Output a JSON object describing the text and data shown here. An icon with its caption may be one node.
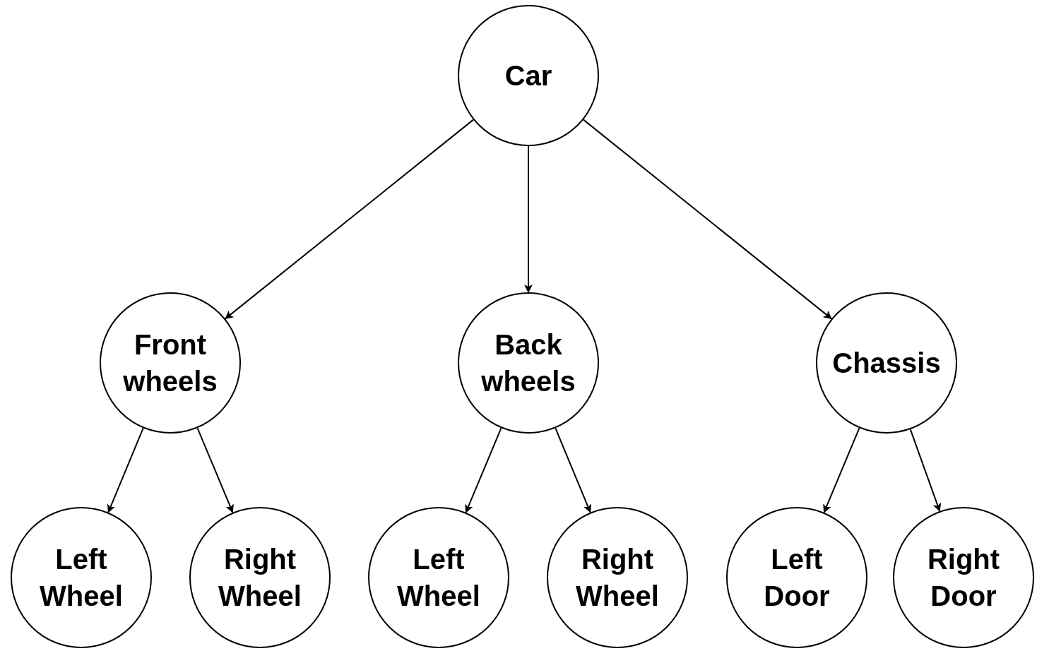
{
  "diagram": {
    "nodes": [
      {
        "text": [
          "Car"
        ]
      },
      {
        "text": [
          "Front wheels"
        ]
      },
      {
        "text": [
          "Back wheels"
        ]
      },
      {
        "text": [
          "Chassis"
        ]
      },
      {
        "text": [
          "Left Wheel"
        ]
      },
      {
        "text": [
          "Right Wheel"
        ]
      },
      {
        "text": [
          "Left Wheel"
        ]
      },
      {
        "text": [
          "Right Wheel"
        ]
      },
      {
        "text": [
          "Left Door"
        ]
      },
      {
        "text": [
          "Right Door"
        ]
      }
    ],
    "edges": [
      {
        "from": 0,
        "to": 1,
        "arrow": "to"
      },
      {
        "from": 0,
        "to": 2,
        "arrow": "to"
      },
      {
        "from": 0,
        "to": 3,
        "arrow": "to"
      },
      {
        "from": 1,
        "to": 4,
        "arrow": "to"
      },
      {
        "from": 1,
        "to": 5,
        "arrow": "to"
      },
      {
        "from": 2,
        "to": 6,
        "arrow": "to"
      },
      {
        "from": 2,
        "to": 7,
        "arrow": "to"
      },
      {
        "from": 3,
        "to": 8,
        "arrow": "to"
      },
      {
        "from": 3,
        "to": 9,
        "arrow": "to"
      }
    ]
  }
}
